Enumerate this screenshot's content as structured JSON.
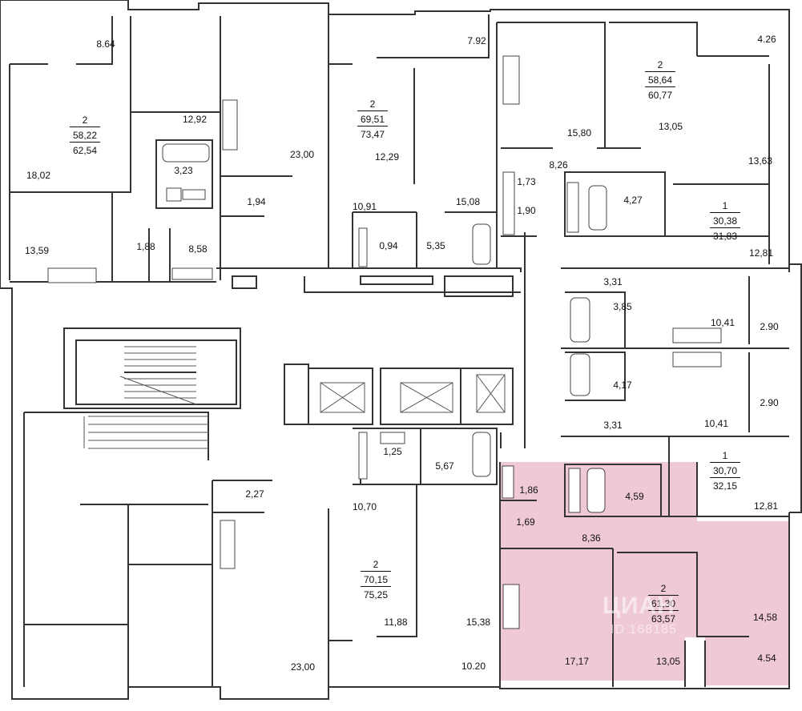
{
  "highlight_color": "#efc9d4",
  "wall_color": "#333333",
  "apartments": [
    {
      "id": "a1",
      "rooms": "2",
      "living": "58,22",
      "total": "62,54"
    },
    {
      "id": "a2",
      "rooms": "2",
      "living": "69,51",
      "total": "73,47"
    },
    {
      "id": "a3",
      "rooms": "2",
      "living": "58,64",
      "total": "60,77"
    },
    {
      "id": "a4",
      "rooms": "1",
      "living": "30,38",
      "total": "31,83"
    },
    {
      "id": "a5",
      "rooms": "1",
      "living": "30,70",
      "total": "32,15"
    },
    {
      "id": "a6",
      "rooms": "2",
      "living": "70,15",
      "total": "75,25"
    },
    {
      "id": "a7",
      "rooms": "2",
      "living": "61,30",
      "total": "63,57"
    }
  ],
  "areas": [
    "8.64",
    "12,92",
    "3,23",
    "18,02",
    "13,59",
    "1,88",
    "8,58",
    "23,00",
    "1,94",
    "10,91",
    "0,94",
    "7.92",
    "12,29",
    "15,08",
    "5,35",
    "1,73",
    "1,90",
    "8,26",
    "15,80",
    "13,05",
    "4.26",
    "13,63",
    "4,27",
    "12,81",
    "3,31",
    "3,85",
    "10,41",
    "2.90",
    "4,17",
    "3,31",
    "10,41",
    "2.90",
    "12,81",
    "1,25",
    "5,67",
    "2,27",
    "10,70",
    "1,86",
    "4,59",
    "1,69",
    "8,36",
    "14,58",
    "11,88",
    "15,38",
    "10.20",
    "23,00",
    "17,17",
    "13,05",
    "4.54"
  ],
  "watermark": {
    "brand": "ЦИАН",
    "id": "ID 168185"
  }
}
